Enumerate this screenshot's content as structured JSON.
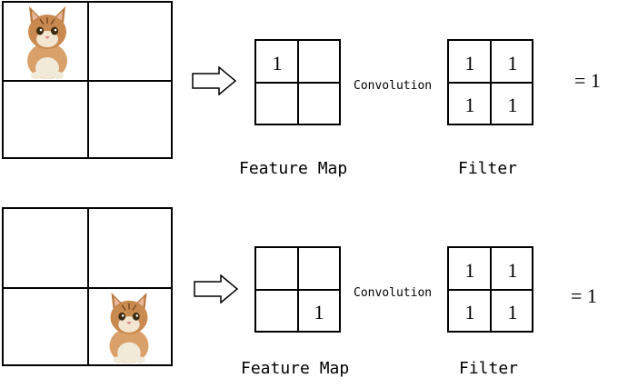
{
  "rows": [
    {
      "feature_map": {
        "top_left": "1",
        "top_right": "",
        "bottom_left": "",
        "bottom_right": ""
      },
      "convolution_label": "Convolution",
      "filter": {
        "top_left": "1",
        "top_right": "1",
        "bottom_left": "1",
        "bottom_right": "1"
      },
      "result": "= 1",
      "feature_map_caption": "Feature Map",
      "filter_caption": "Filter"
    },
    {
      "feature_map": {
        "top_left": "",
        "top_right": "",
        "bottom_left": "",
        "bottom_right": "1"
      },
      "convolution_label": "Convolution",
      "filter": {
        "top_left": "1",
        "top_right": "1",
        "bottom_left": "1",
        "bottom_right": "1"
      },
      "result": "= 1",
      "feature_map_caption": "Feature Map",
      "filter_caption": "Filter"
    }
  ],
  "icons": [
    "kitten-image",
    "right-arrow-icon"
  ]
}
